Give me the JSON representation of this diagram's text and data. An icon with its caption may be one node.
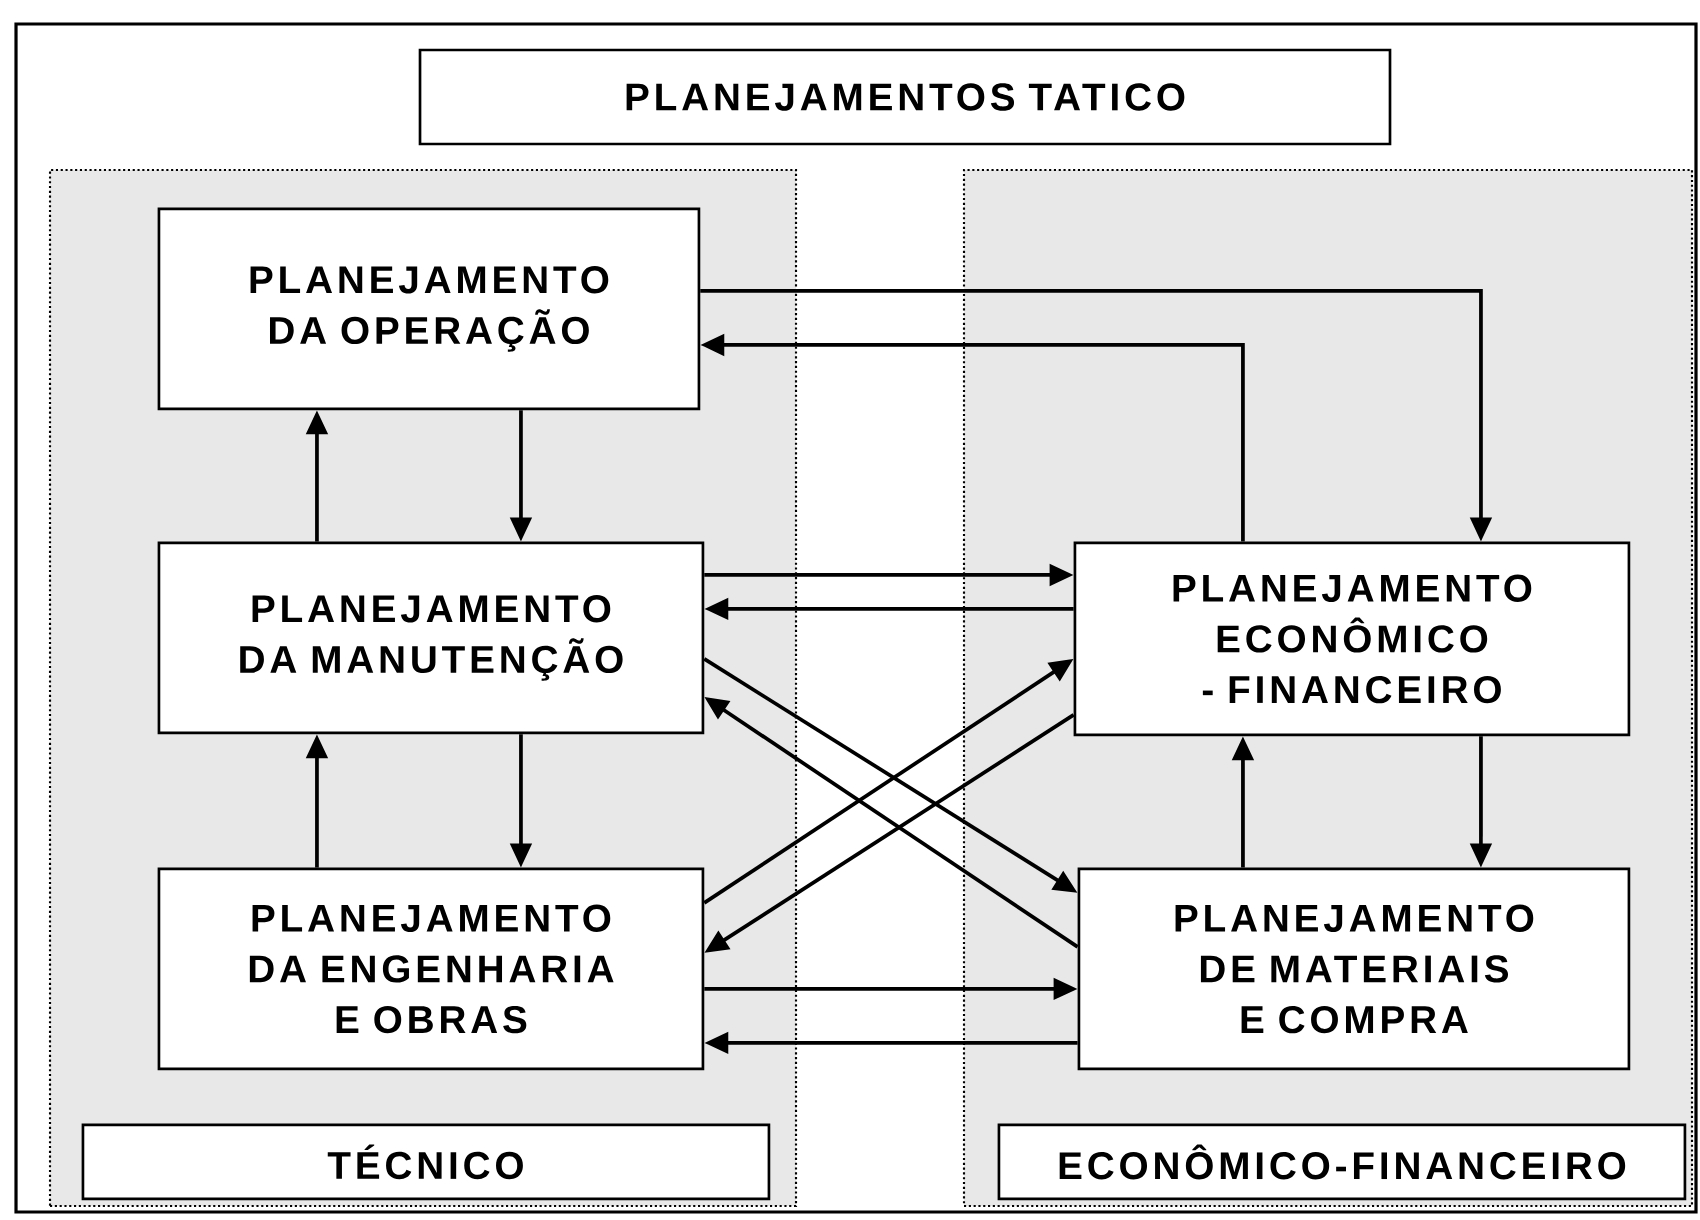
{
  "diagram": {
    "nodes": [
      {
        "text": [
          "PLANEJAMENTOS TATICO"
        ]
      },
      {
        "text": [],
        "shape": "box"
      },
      {
        "text": [
          "PLANEJAMENTO DA OPERAÇÃO"
        ],
        "in": 1
      },
      {
        "text": [
          "PLANEJAMENTO DA MANUTENÇÃO"
        ],
        "in": 1
      },
      {
        "text": [
          "PLANEJAMENTO DA ENGENHARIA E OBRAS"
        ],
        "in": 1
      },
      {
        "text": [
          "TÉCNICO"
        ],
        "in": 1
      },
      {
        "text": [],
        "shape": "box"
      },
      {
        "text": [
          "PLANEJAMENTO ECONÔMICO - FINANCEIRO"
        ],
        "in": 6
      },
      {
        "text": [
          "PLANEJAMENTO DE MATERIAIS E COMPRA"
        ],
        "in": 6
      },
      {
        "text": [
          "ECONÔMICO-FINANCEIRO"
        ],
        "in": 6
      }
    ],
    "edges": [
      {
        "from": 2,
        "to": 7,
        "arrow": "to"
      },
      {
        "from": 7,
        "to": 2,
        "arrow": "to"
      },
      {
        "from": 2,
        "to": 3,
        "arrow": "to"
      },
      {
        "from": 3,
        "to": 2,
        "arrow": "to"
      },
      {
        "from": 3,
        "to": 4,
        "arrow": "to"
      },
      {
        "from": 4,
        "to": 3,
        "arrow": "to"
      },
      {
        "from": 3,
        "to": 7,
        "arrow": "to"
      },
      {
        "from": 7,
        "to": 3,
        "arrow": "to"
      },
      {
        "from": 3,
        "to": 8,
        "arrow": "to"
      },
      {
        "from": 8,
        "to": 3,
        "arrow": "to"
      },
      {
        "from": 4,
        "to": 7,
        "arrow": "to"
      },
      {
        "from": 7,
        "to": 4,
        "arrow": "to"
      },
      {
        "from": 4,
        "to": 8,
        "arrow": "to"
      },
      {
        "from": 8,
        "to": 4,
        "arrow": "to"
      },
      {
        "from": 8,
        "to": 7,
        "arrow": "to"
      },
      {
        "from": 7,
        "to": 8,
        "arrow": "to"
      }
    ]
  }
}
